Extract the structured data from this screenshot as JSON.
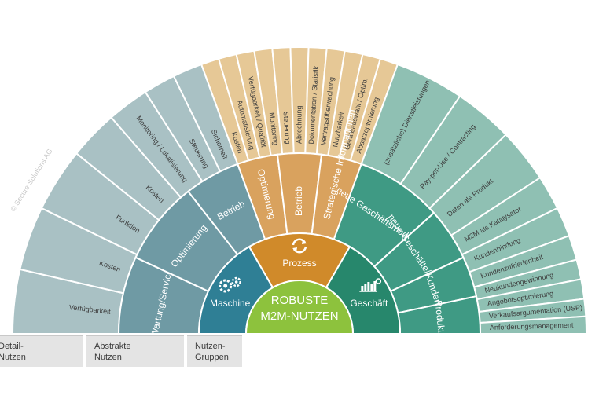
{
  "center": {
    "line1": "ROBUSTE",
    "line2": "M2M-NUTZEN"
  },
  "colors": {
    "blue_dark": "#2f7f95",
    "blue_mid": "#6f9aa4",
    "blue_light": "#8fb1b8",
    "grey_light": "#a9c1c4",
    "orange_dark": "#d08a2a",
    "orange_mid": "#d9a25e",
    "orange_light": "#e6c896",
    "green_dark": "#27876c",
    "green_mid": "#3f9a84",
    "green_light": "#8fc0b3",
    "green_center": "#8dc23d"
  },
  "groups": [
    {
      "key": "maschine",
      "label": "Maschine",
      "icon": "gears-icon"
    },
    {
      "key": "prozess",
      "label": "Prozess",
      "icon": "cycle-arrows-icon"
    },
    {
      "key": "geschaeft",
      "label": "Geschäft",
      "icon": "bar-chart-icon"
    }
  ],
  "abstract": [
    {
      "group": "maschine",
      "label": "Wartung/Service"
    },
    {
      "group": "maschine",
      "label": "Optimierung"
    },
    {
      "group": "maschine",
      "label": "Betrieb"
    },
    {
      "group": "prozess",
      "label": "Optimierung"
    },
    {
      "group": "prozess",
      "label": "Betrieb"
    },
    {
      "group": "prozess",
      "label": "Strategische Informationen"
    },
    {
      "group": "geschaeft",
      "label": "neue Geschäftsmodelle"
    },
    {
      "group": "geschaeft",
      "label": "neue Geschäfte/Märkte"
    },
    {
      "group": "geschaeft",
      "label": "Kunden"
    },
    {
      "group": "geschaeft",
      "label": "Produkte"
    }
  ],
  "detail": [
    {
      "group": "maschine",
      "label": "Verfügbarkeit"
    },
    {
      "group": "maschine",
      "label": "Kosten"
    },
    {
      "group": "maschine",
      "label": "Funktion"
    },
    {
      "group": "maschine",
      "label": "Kosten"
    },
    {
      "group": "maschine",
      "label": "Monitoring / Lokalisierung"
    },
    {
      "group": "maschine",
      "label": "Steuerung"
    },
    {
      "group": "maschine",
      "label": "Sicherheit"
    },
    {
      "group": "prozess",
      "label": "Kosten"
    },
    {
      "group": "prozess",
      "label": "Automatisierung"
    },
    {
      "group": "prozess",
      "label": "Verfügbarkeit / Qualität"
    },
    {
      "group": "prozess",
      "label": "Monitoring"
    },
    {
      "group": "prozess",
      "label": "Steuerung"
    },
    {
      "group": "prozess",
      "label": "Abrechnung"
    },
    {
      "group": "prozess",
      "label": "Dokumentation / Statistik"
    },
    {
      "group": "prozess",
      "label": "Vertragsüberwachung"
    },
    {
      "group": "prozess",
      "label": "Nutzbarkeit"
    },
    {
      "group": "prozess",
      "label": "Geräteauswahl / Optim."
    },
    {
      "group": "prozess",
      "label": "Absatzoptimierung"
    },
    {
      "group": "geschaeft",
      "label": "(zusätzliche) Dienstleistungen"
    },
    {
      "group": "geschaeft",
      "label": "Pay-per-Use / Contracting"
    },
    {
      "group": "geschaeft",
      "label": "Daten als Produkt"
    },
    {
      "group": "geschaeft",
      "label": "M2M als Katalysator"
    },
    {
      "group": "geschaeft",
      "label": "Kundenbindung"
    },
    {
      "group": "geschaeft",
      "label": "Kundenzufriedenheit"
    },
    {
      "group": "geschaeft",
      "label": "Neukundengewinnung"
    },
    {
      "group": "geschaeft",
      "label": "Angebotsoptimierung"
    },
    {
      "group": "geschaeft",
      "label": "Verkaufsargumentation (USP)"
    },
    {
      "group": "geschaeft",
      "label": "Anforderungsmanagement"
    }
  ],
  "legend": [
    {
      "line1": "Detail-",
      "line2": "Nutzen"
    },
    {
      "line1": "Abstrakte",
      "line2": "Nutzen"
    },
    {
      "line1": "Nutzen-",
      "line2": "Gruppen"
    }
  ],
  "watermark": "© Secure Solutions AG"
}
